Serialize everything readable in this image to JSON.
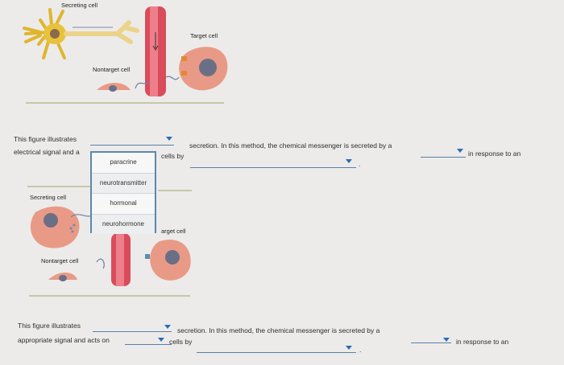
{
  "figure1": {
    "secreting_label": "Secreting cell",
    "target_label": "Target cell",
    "nontarget_label": "Nontarget cell"
  },
  "q1": {
    "text1": "This figure illustrates",
    "text2": "secretion. In this method, the chemical messenger is secreted by a",
    "text3": "in response to an",
    "text4": "electrical signal and a",
    "text5": "cells by"
  },
  "dropdown": {
    "options": [
      "paracrine",
      "neurotransmitter",
      "hormonal",
      "neurohormone"
    ]
  },
  "figure2": {
    "secreting_label": "Secreting cell",
    "target_label": "arget cell",
    "nontarget_label": "Nontarget cell"
  },
  "q2": {
    "text1": "This figure illustrates",
    "text2": "secretion. In this method, the chemical messenger is secreted by a",
    "text3": "in response to an",
    "text4": "appropriate signal and acts on",
    "text5": "cells by"
  },
  "colors": {
    "neuron": "#e9c23c",
    "vessel": "#d94c5c",
    "cell_body": "#e99a86",
    "nucleus": "#6a6f86",
    "link_blue": "#2a6db5"
  }
}
